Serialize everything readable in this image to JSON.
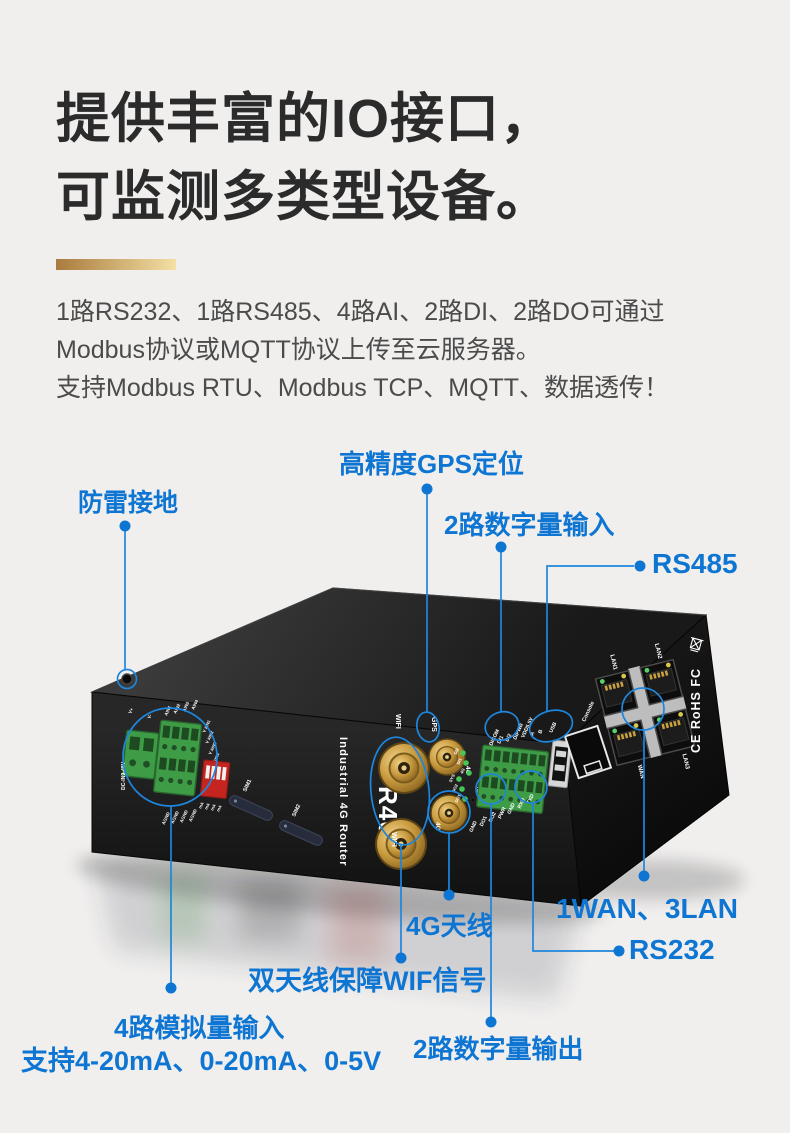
{
  "page": {
    "background": "#f0efee"
  },
  "colors": {
    "accent": "#0e76d2",
    "title": "#2b2b2b",
    "body": "#4b4b4b",
    "gold_from": "#a97b3d",
    "gold_to": "#f4dfa4"
  },
  "header": {
    "title_line1": "提供丰富的IO接口，",
    "title_line2": "可监测多类型设备。",
    "desc_line1": "1路RS232、1路RS485、4路AI、2路DI、2路DO可通过",
    "desc_line2": "Modbus协议或MQTT协议上传至云服务器。",
    "desc_line3": "支持Modbus RTU、Modbus TCP、MQTT、数据透传！"
  },
  "callouts": {
    "lightning_ground": "防雷接地",
    "gps": "高精度GPS定位",
    "digital_input": "2路数字量输入",
    "rs485": "RS485",
    "wan_lan": "1WAN、3LAN",
    "rs232": "RS232",
    "antenna_4g": "4G天线",
    "wifi_antenna": "双天线保障WIF信号",
    "analog_input_title": "4路模拟量输入",
    "analog_input_sub": "支持4-20mA、0-20mA、0-5V",
    "digital_output": "2路数字量输出"
  },
  "device": {
    "brand": "R40",
    "product_name": "Industrial 4G Router",
    "power_label": "DC-IN9-48V",
    "power_pins": [
      "V+",
      "V-"
    ],
    "ain_top": [
      "AIN1",
      "AIN2",
      "AIN3",
      "AIN4"
    ],
    "ain_bottom": [
      "AGND",
      "AGND",
      "AGND",
      "AGND"
    ],
    "ain_right": [
      "V AIN1",
      "V AIN2",
      "V AIN3",
      "V AIN4"
    ],
    "dip_bottom": [
      "mA",
      "mA",
      "mA",
      "mA"
    ],
    "sim_slots": [
      "SIM1",
      "SIM2"
    ],
    "antenna_labels": {
      "wifi_top": "WIFI",
      "wifi_bottom": "WIFI",
      "g4_top": "4G",
      "g4_bottom": "4G",
      "gps": "GPS"
    },
    "led_labels": [
      "DI2",
      "DI1",
      "4G",
      "SYS",
      "DO2",
      "DO1"
    ],
    "reset_label": "RESET",
    "io_top": [
      "DICOM",
      "DI1",
      "DI2",
      "DIPWR",
      "VDD5.5V",
      "A",
      "B"
    ],
    "io_bottom": [
      "GND",
      "DO1",
      "DO2",
      "PWR",
      "GND",
      "RXD",
      "TXD"
    ],
    "usb_label": "USB",
    "console_label": "Console",
    "eth_labels": [
      "LAN1",
      "LAN2",
      "WAN",
      "LAN3"
    ],
    "cert_text": "CE RoHS FC"
  }
}
